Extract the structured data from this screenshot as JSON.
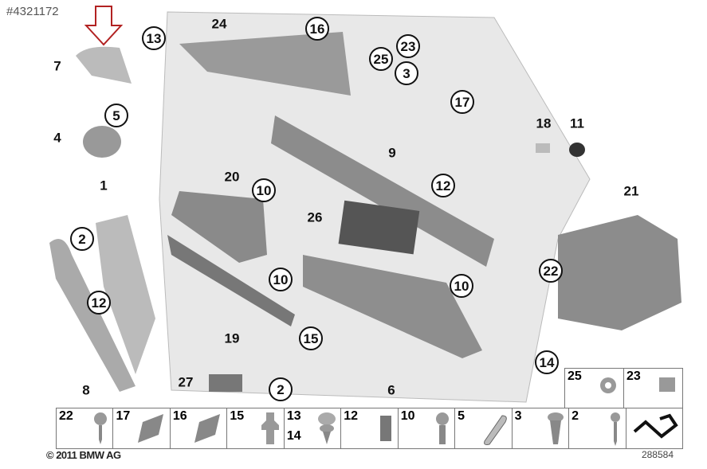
{
  "reference_id": "#4321172",
  "copyright": "© 2011 BMW AG",
  "diagram_number": "288584",
  "callouts": [
    "24",
    "16",
    "13",
    "23",
    "25",
    "3",
    "7",
    "17",
    "5",
    "4",
    "18",
    "11",
    "9",
    "12",
    "1",
    "20",
    "10",
    "21",
    "26",
    "2",
    "22",
    "12",
    "10",
    "10",
    "19",
    "15",
    "14",
    "8",
    "27",
    "2",
    "6"
  ],
  "parts_row": [
    "22",
    "17",
    "16",
    "15",
    "13",
    "14",
    "12",
    "10",
    "5",
    "3",
    "2"
  ],
  "top_cells": [
    "25",
    "23"
  ],
  "colors": {
    "arrow": "#b22222",
    "panel": "#e6e6e6",
    "trim": "#8a8a8a"
  }
}
